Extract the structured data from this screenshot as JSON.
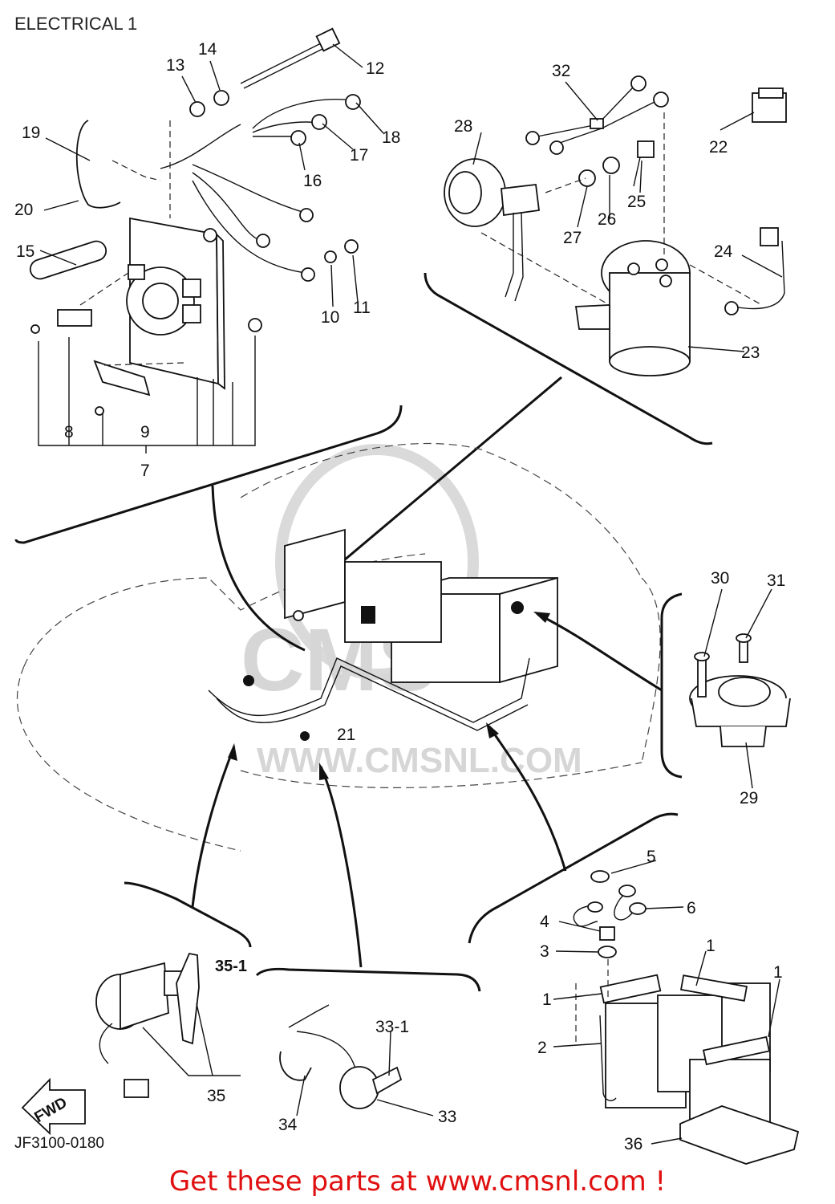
{
  "title": "ELECTRICAL 1",
  "drawing_code": "JF3100-0180",
  "watermark_text": "WWW.CMSNL.COM",
  "watermark_logo_text": "CMS",
  "fwd_label": "FWD",
  "footer": "Get these parts at www.cmsnl.com !",
  "colors": {
    "footer": "#e01010",
    "line": "#111111",
    "watermark": "#d6d6d6"
  },
  "callouts": {
    "c1": "1",
    "c1b": "1",
    "c1c": "1",
    "c2": "2",
    "c3": "3",
    "c4": "4",
    "c5": "5",
    "c6": "6",
    "c7": "7",
    "c8": "8",
    "c9": "9",
    "c10": "10",
    "c11": "11",
    "c12": "12",
    "c13": "13",
    "c14": "14",
    "c15": "15",
    "c16": "16",
    "c17": "17",
    "c18": "18",
    "c19": "19",
    "c20": "20",
    "c21": "21",
    "c22": "22",
    "c23": "23",
    "c24": "24",
    "c25": "25",
    "c26": "26",
    "c27": "27",
    "c28": "28",
    "c29": "29",
    "c30": "30",
    "c31": "31",
    "c32": "32",
    "c33": "33",
    "c33_1": "33-1",
    "c34": "34",
    "c35": "35",
    "c35_1": "35-1",
    "c36": "36"
  }
}
